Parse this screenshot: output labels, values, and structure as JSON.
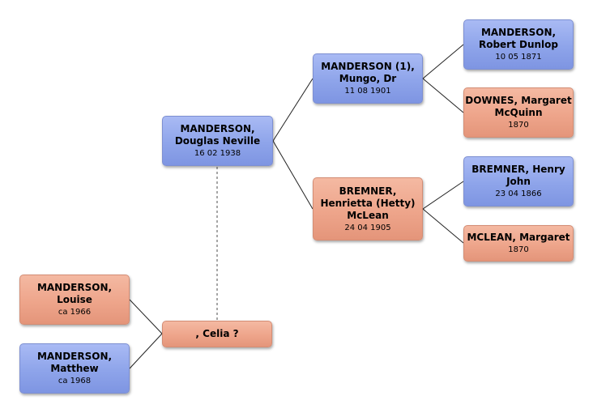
{
  "people": {
    "douglas": {
      "name": "MANDERSON, Douglas Neville",
      "date": "16 02 1938"
    },
    "mungo": {
      "name": "MANDERSON (1), Mungo, Dr",
      "date": "11 08 1901"
    },
    "robert": {
      "name": "MANDERSON, Robert Dunlop",
      "date": "10 05 1871"
    },
    "margaret_downes": {
      "name": "DOWNES, Margaret McQuinn",
      "date": "1870"
    },
    "henrietta": {
      "name": "BREMNER, Henrietta (Hetty) McLean",
      "date": "24 04 1905"
    },
    "henry": {
      "name": "BREMNER, Henry John",
      "date": "23 04 1866"
    },
    "margaret_mclean": {
      "name": "MCLEAN, Margaret",
      "date": "1870"
    },
    "celia": {
      "name": ", Celia ?",
      "date": ""
    },
    "louise": {
      "name": "MANDERSON, Louise",
      "date": "ca 1966"
    },
    "matthew": {
      "name": "MANDERSON, Matthew",
      "date": "ca 1968"
    }
  },
  "colors": {
    "male": "#8ea4ea",
    "female": "#eea58b",
    "line": "#222222",
    "spouse_line": "#777777"
  }
}
